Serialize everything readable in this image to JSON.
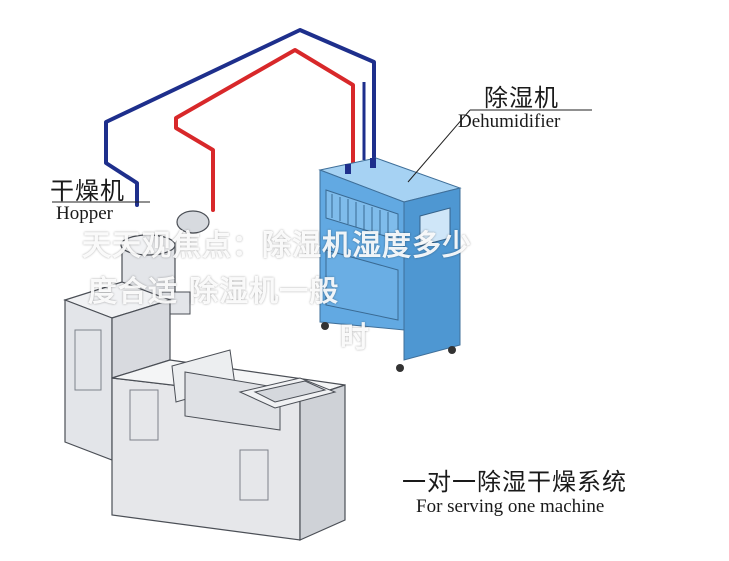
{
  "labels": {
    "dehumidifier_cn": "除湿机",
    "dehumidifier_en": "Dehumidifier",
    "hopper_cn": "干燥机",
    "hopper_en": "Hopper",
    "system_cn": "一对一除湿干燥系统",
    "system_en": "For serving one machine"
  },
  "overlay": {
    "line1": "天天观焦点：除湿机湿度多少",
    "line2": "度合适 除湿机一般",
    "line3": "时"
  },
  "colors": {
    "return_pipe": "#1e2f8c",
    "supply_pipe": "#d8282a",
    "dehumidifier_body": "#6fb0e6",
    "machine_body": "#e9eaec",
    "outline": "#4b4f56"
  }
}
